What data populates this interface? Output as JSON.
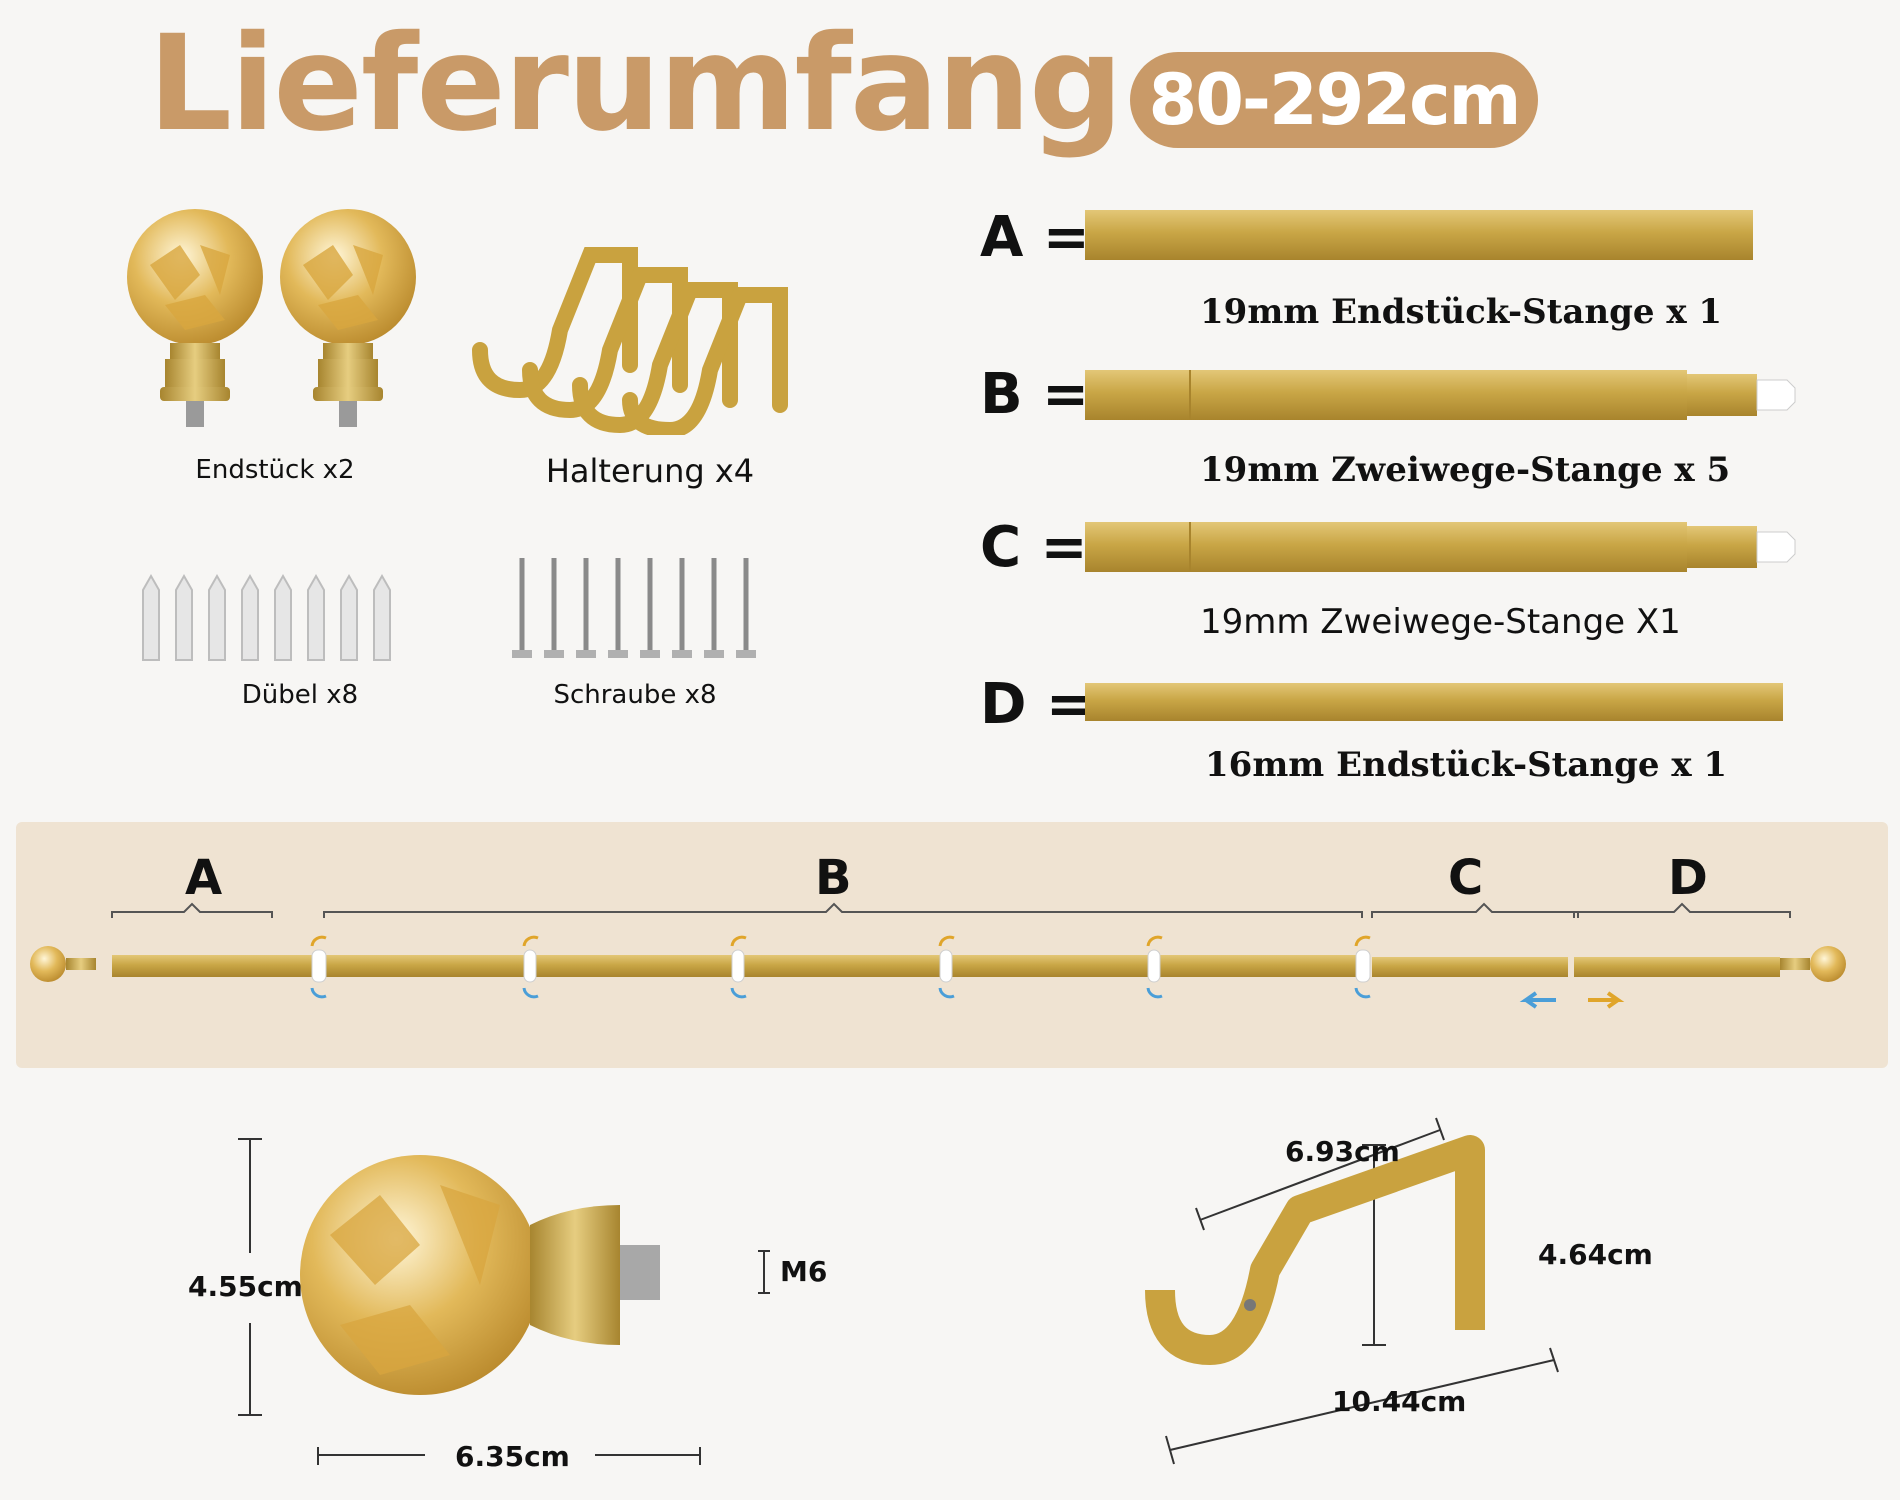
{
  "header": {
    "title": "Lieferumfang",
    "length_badge": "80-292cm"
  },
  "parts": {
    "endstueck": "Endstück x2",
    "halterung": "Halterung x4",
    "duebel": "Dübel x8",
    "schraube": "Schraube x8"
  },
  "rods": [
    {
      "letter": "A =",
      "desc": "19mm Endstück-Stange x 1"
    },
    {
      "letter": "B =",
      "desc": "19mm Zweiwege-Stange x 5"
    },
    {
      "letter": "C =",
      "desc": "19mm Zweiwege-Stange X1"
    },
    {
      "letter": "D =",
      "desc": "16mm Endstück-Stange x 1"
    }
  ],
  "assembly": {
    "segments": [
      "A",
      "B",
      "C",
      "D"
    ]
  },
  "finial_dims": {
    "height": "4.55cm",
    "width": "6.35cm",
    "thread": "M6"
  },
  "bracket_dims": {
    "top": "6.93cm",
    "height": "4.64cm",
    "base": "10.44cm"
  },
  "colors": {
    "gold": "#c9a23f",
    "accent": "#c99a68",
    "strip": "#efe3d2"
  }
}
